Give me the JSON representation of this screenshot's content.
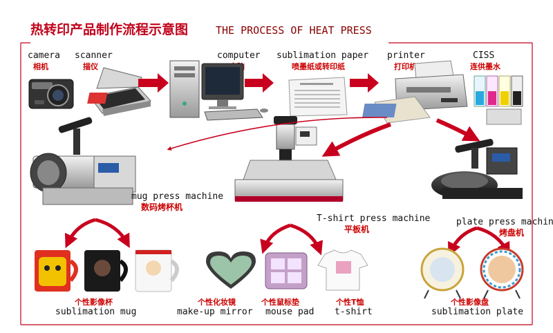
{
  "title": {
    "chinese": "热转印产品制作流程示意图",
    "english": "THE PROCESS OF HEAT PRESS"
  },
  "devices": {
    "camera": {
      "en": "camera",
      "cn": "相机"
    },
    "scanner": {
      "en": "scanner",
      "cn": "描仪"
    },
    "computer": {
      "en": "computer",
      "cn": "电脑"
    },
    "paper": {
      "en": "sublimation paper",
      "cn": "喷墨纸或转印纸"
    },
    "printer": {
      "en": "printer",
      "cn": "打印机"
    },
    "ciss": {
      "en": "CISS",
      "cn": "连供墨水"
    }
  },
  "machines": {
    "mug": {
      "en": "mug press machine",
      "cn": "数码烤杯机"
    },
    "tshirt": {
      "en": "T-shirt press machine",
      "cn": "平板机"
    },
    "plate": {
      "en": "plate press machine",
      "cn": "烤盘机"
    }
  },
  "products": {
    "mug": {
      "cn": "个性影像杯",
      "en": "sublimation mug"
    },
    "mirror": {
      "cn": "个性化妆镜",
      "en": "make-up mirror"
    },
    "mousepad": {
      "cn": "个性鼠标垫",
      "en": "mouse pad"
    },
    "tshirt": {
      "cn": "个性T恤",
      "en": "t-shirt"
    },
    "plate": {
      "cn": "个性影像盘",
      "en": "sublimation plate"
    }
  },
  "colors": {
    "frame": "#c0001a",
    "arrow": "#c8001e",
    "title_cn": "#c0001a",
    "title_en": "#8a0000",
    "label_en": "#111111",
    "label_cn": "#cc0000"
  }
}
